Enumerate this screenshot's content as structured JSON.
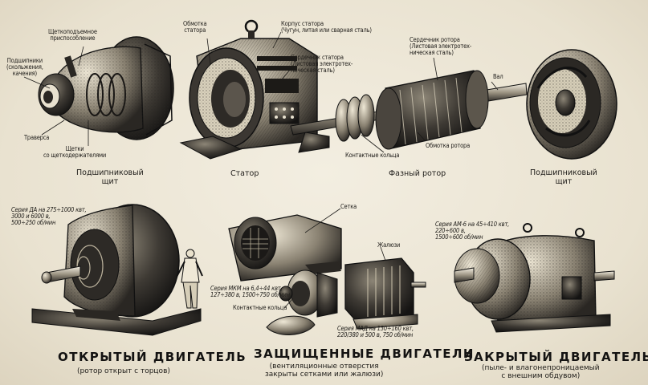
{
  "labels": {
    "brush_lift": "Щеткоподъемное\nприспособление",
    "bearings": "Подшипники\n(скольжения,\nкачения)",
    "traverse": "Траверса",
    "brushes": "Щетки\nсо щеткодержателями",
    "stator_winding": "Обмотка\nстатора",
    "stator_frame": "Корпус статора\n(Чугун, литая или сварная сталь)",
    "stator_core": "Сердечник статора\n(Листовая электротех-\nническая сталь)",
    "rotor_core": "Сердечник ротора\n(Листовая электротех-\nническая сталь)",
    "shaft": "Вал",
    "slip_rings": "Контактные кольца",
    "rotor_winding": "Обмотка ротора",
    "series_da": "Серия ДА на 275÷1000 квт,\n3000 и 6000 в,\n500÷250 об/мин",
    "grid": "Сетка",
    "louvers": "Жалюзи",
    "series_mkm": "Серия МКМ на 6,4÷44 квт,\n127÷380 в, 1500÷750 об/мин",
    "slip_rings_2": "Контактные кольца",
    "series_mad": "Серия МАД на 130÷160 квт,\n220/380 и 500 в, 750 об/мин",
    "series_am6": "Серия АМ-6 на 45÷410 квт,\n220÷600 в,\n1500÷600 об/мин"
  },
  "parts": {
    "bearing_shield_left": "Подшипниковый\nщит",
    "stator": "Статор",
    "phase_rotor": "Фазный ротор",
    "bearing_shield_right": "Подшипниковый\nщит"
  },
  "sections": {
    "open_title": "ОТКРЫТЫЙ ДВИГАТЕЛЬ",
    "open_sub": "(ротор открыт с торцов)",
    "protected_title": "ЗАЩИЩЕННЫЕ ДВИГАТЕЛИ",
    "protected_sub": "(вентиляционные отверстия\nзакрыты сетками или жалюзи)",
    "closed_title": "ЗАКРЫТЫЙ ДВИГАТЕЛЬ",
    "closed_sub": "(пыле- и влагонепроницаемый\nс внешним обдувом)"
  },
  "colors": {
    "ink": "#1b1a18",
    "paper": "#ece6d6",
    "metal_dark": "#3a3732",
    "metal_mid": "#7a7468",
    "metal_light": "#c9c1ad"
  }
}
